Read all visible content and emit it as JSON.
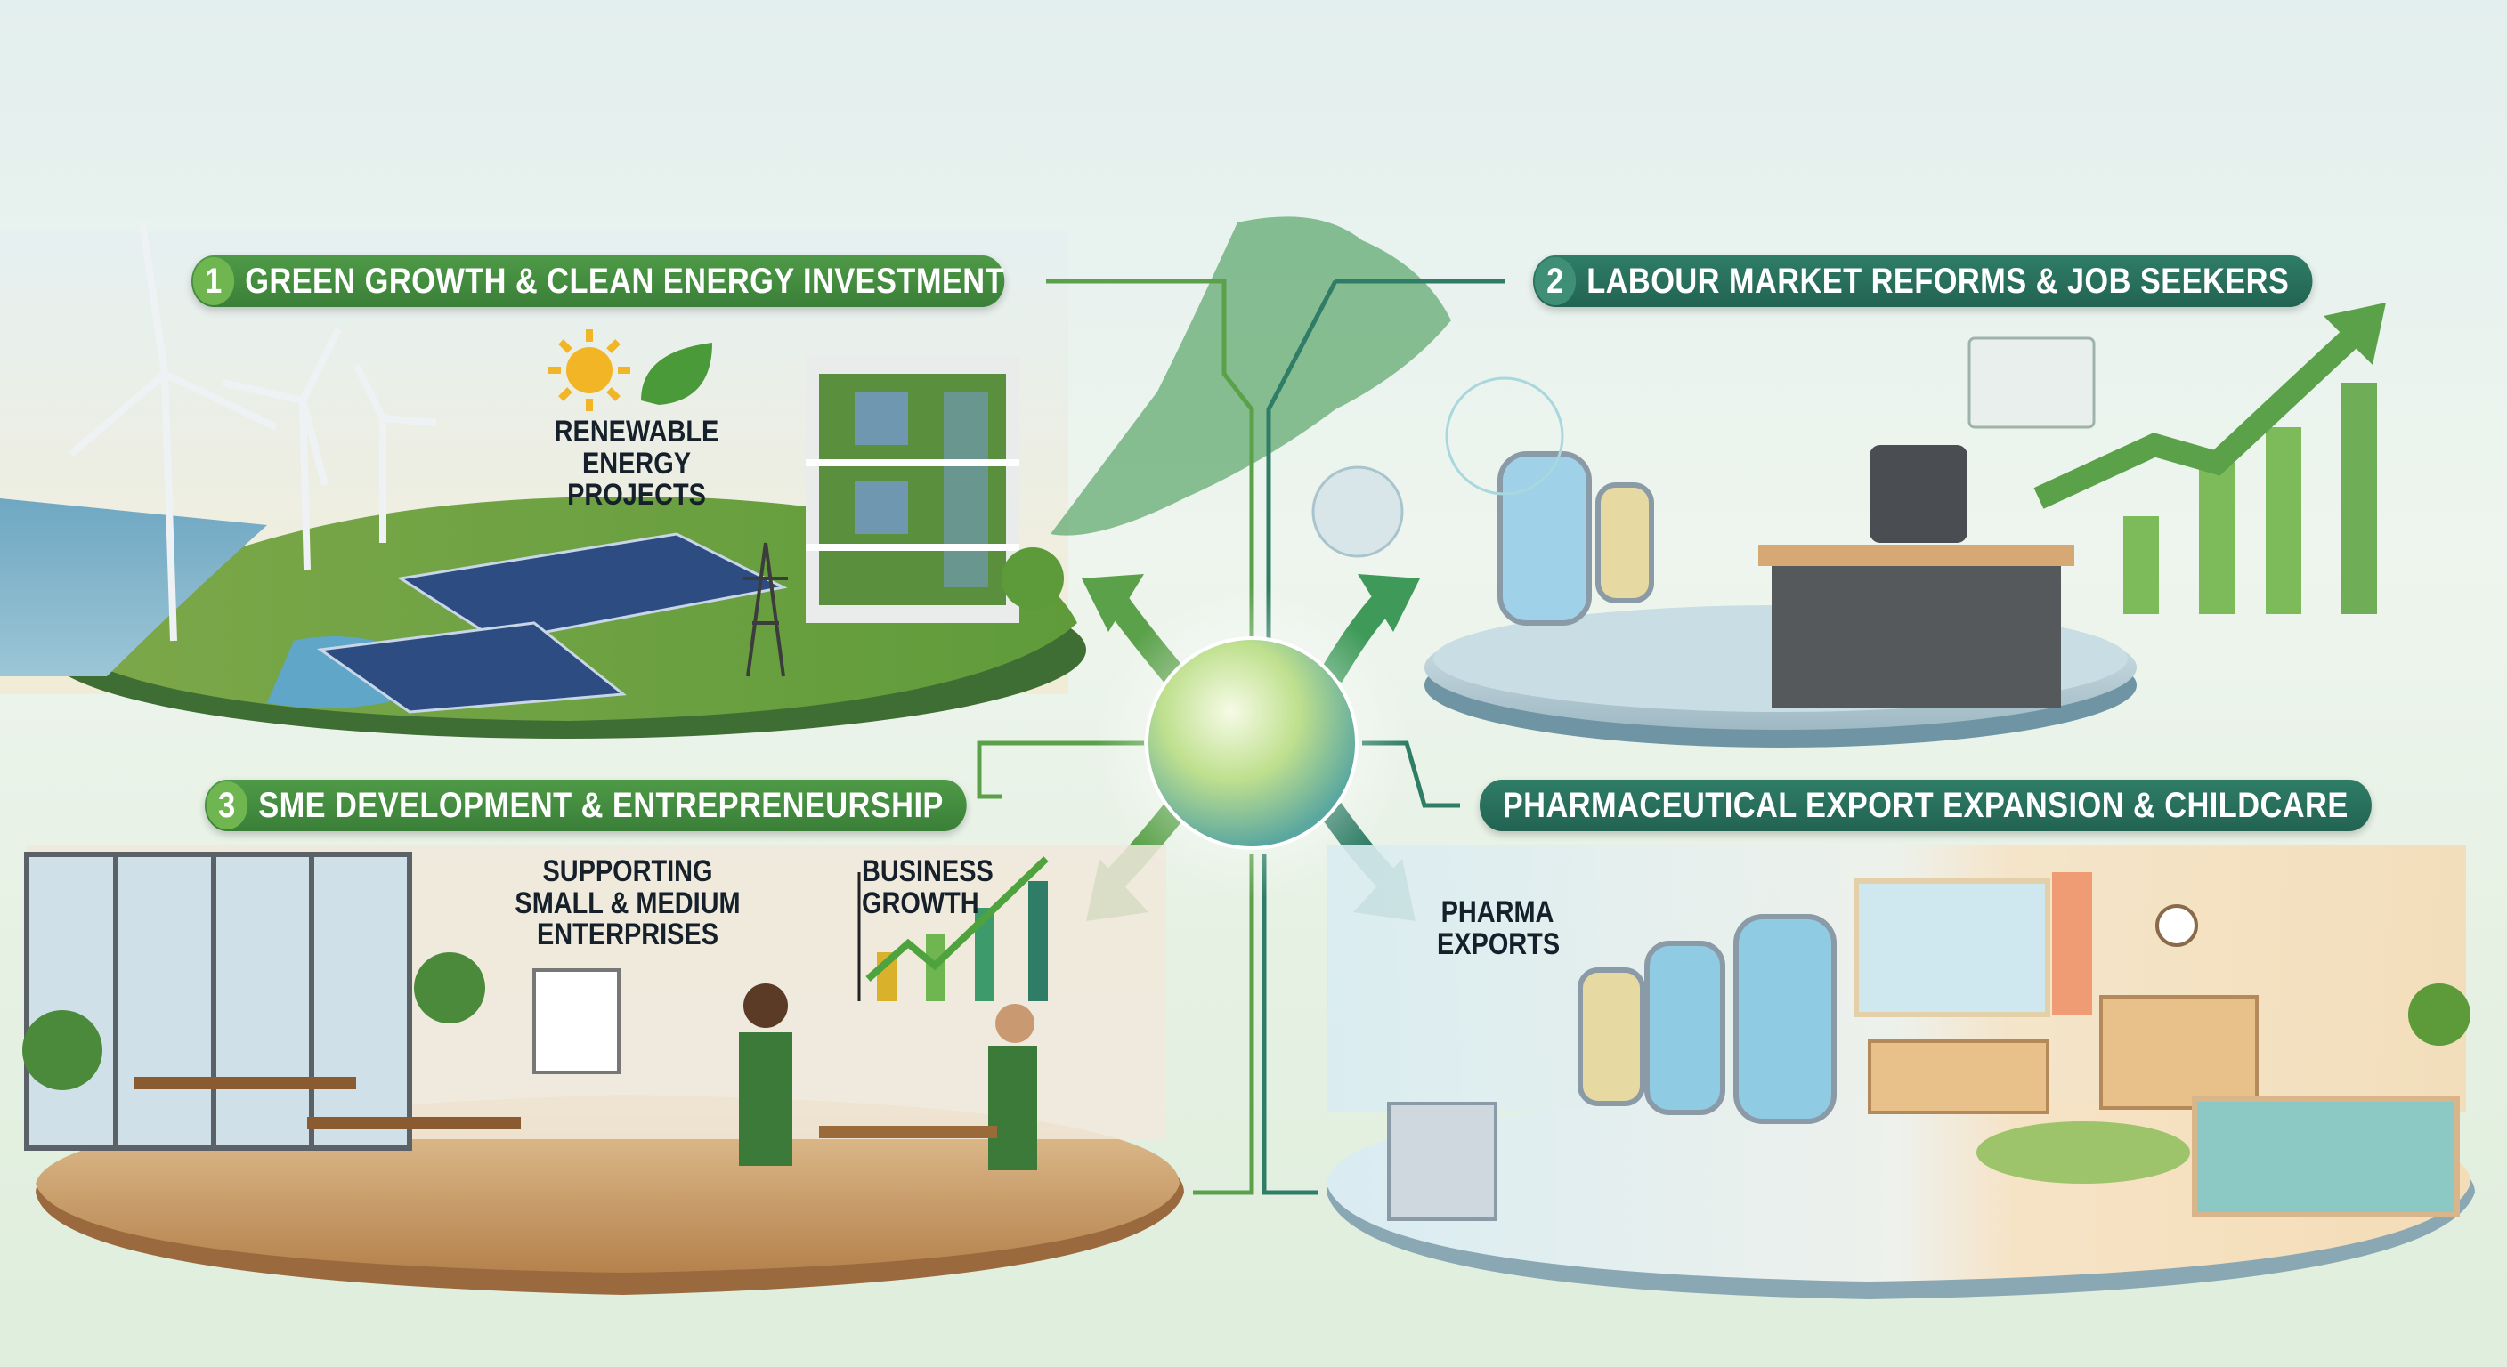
{
  "sections": [
    {
      "number": "1",
      "title": "GREEN GROWTH & CLEAN ENERGY INVESTMENT",
      "color": "#3f8a3c",
      "labels": [
        "RENEWABLE ENERGY",
        "PROJECTS"
      ]
    },
    {
      "number": "2",
      "title": "LABOUR MARKET REFORMS & JOB SEEKERS",
      "color": "#27705c"
    },
    {
      "number": "3",
      "title": "SME DEVELOPMENT & ENTREPRENEURSHIP",
      "color": "#3f8a3c",
      "labels": [
        "SUPPORTING",
        "SMALL & MEDIUM",
        "ENTERPRISES"
      ],
      "chart_label": [
        "BUSINESS",
        "GROWTH"
      ]
    },
    {
      "title": "PHARMACEUTICAL EXPORT EXPANSION & CHILDCARE",
      "color": "#226352",
      "labels": [
        "PHARMA",
        "EXPORTS"
      ]
    }
  ],
  "icons": [
    "wind-turbine-icon",
    "solar-panel-icon",
    "sun-icon",
    "leaf-icon",
    "green-building-icon",
    "pylon-icon",
    "bioreactor-icon",
    "globe-icon",
    "desk-chair-icon",
    "growth-chart-icon",
    "map-icon",
    "central-sphere-icon",
    "office-icon",
    "workers-icon",
    "childcare-room-icon"
  ]
}
